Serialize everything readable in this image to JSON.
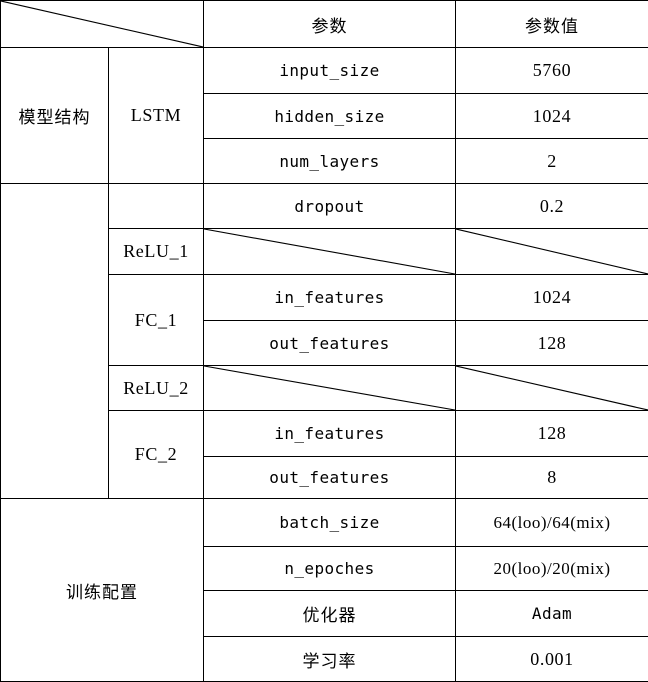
{
  "table": {
    "header": {
      "corner_cell": "",
      "param_label": "参数",
      "value_label": "参数值"
    },
    "sections": [
      {
        "name": "模型结构",
        "groups": [
          {
            "name": "LSTM",
            "rows": [
              {
                "param": "input_size",
                "value": "5760"
              },
              {
                "param": "hidden_size",
                "value": "1024"
              },
              {
                "param": "num_layers",
                "value": "2"
              }
            ]
          },
          {
            "name": "",
            "rows": [
              {
                "param": "dropout",
                "value": "0.2"
              }
            ]
          },
          {
            "name": "ReLU_1",
            "rows": [
              {
                "param": "",
                "value": "",
                "slashed": true
              }
            ]
          },
          {
            "name": "FC_1",
            "rows": [
              {
                "param": "in_features",
                "value": "1024"
              },
              {
                "param": "out_features",
                "value": "128"
              }
            ]
          },
          {
            "name": "ReLU_2",
            "rows": [
              {
                "param": "",
                "value": "",
                "slashed": true
              }
            ]
          },
          {
            "name": "FC_2",
            "rows": [
              {
                "param": "in_features",
                "value": "128"
              },
              {
                "param": "out_features",
                "value": "8"
              }
            ]
          }
        ]
      },
      {
        "name": "训练配置",
        "groups": [
          {
            "name": "",
            "rows": [
              {
                "param": "batch_size",
                "value": "64(loo)/64(mix)"
              },
              {
                "param": "n_epoches",
                "value": "20(loo)/20(mix)"
              },
              {
                "param": "优化器",
                "value": "Adam"
              },
              {
                "param": "学习率",
                "value": "0.001"
              }
            ]
          }
        ]
      }
    ],
    "cells": {
      "section1_label": "模型结构",
      "group_lstm": "LSTM",
      "group_relu1": "ReLU_1",
      "group_fc1": "FC_1",
      "group_relu2": "ReLU_2",
      "group_fc2": "FC_2",
      "section2_label": "训练配置",
      "p_input_size": "input_size",
      "v_input_size": "5760",
      "p_hidden_size": "hidden_size",
      "v_hidden_size": "1024",
      "p_num_layers": "num_layers",
      "v_num_layers": "2",
      "p_dropout": "dropout",
      "v_dropout": "0.2",
      "p_fc1_in": "in_features",
      "v_fc1_in": "1024",
      "p_fc1_out": "out_features",
      "v_fc1_out": "128",
      "p_fc2_in": "in_features",
      "v_fc2_in": "128",
      "p_fc2_out": "out_features",
      "v_fc2_out": "8",
      "p_batch_size": "batch_size",
      "v_batch_size": "64(loo)/64(mix)",
      "p_n_epoches": "n_epoches",
      "v_n_epoches": "20(loo)/20(mix)",
      "p_optimizer": "优化器",
      "v_optimizer": "Adam",
      "p_lr": "学习率",
      "v_lr": "0.001"
    },
    "colors": {
      "border": "#000000",
      "text": "#000000",
      "background": "#ffffff"
    }
  }
}
